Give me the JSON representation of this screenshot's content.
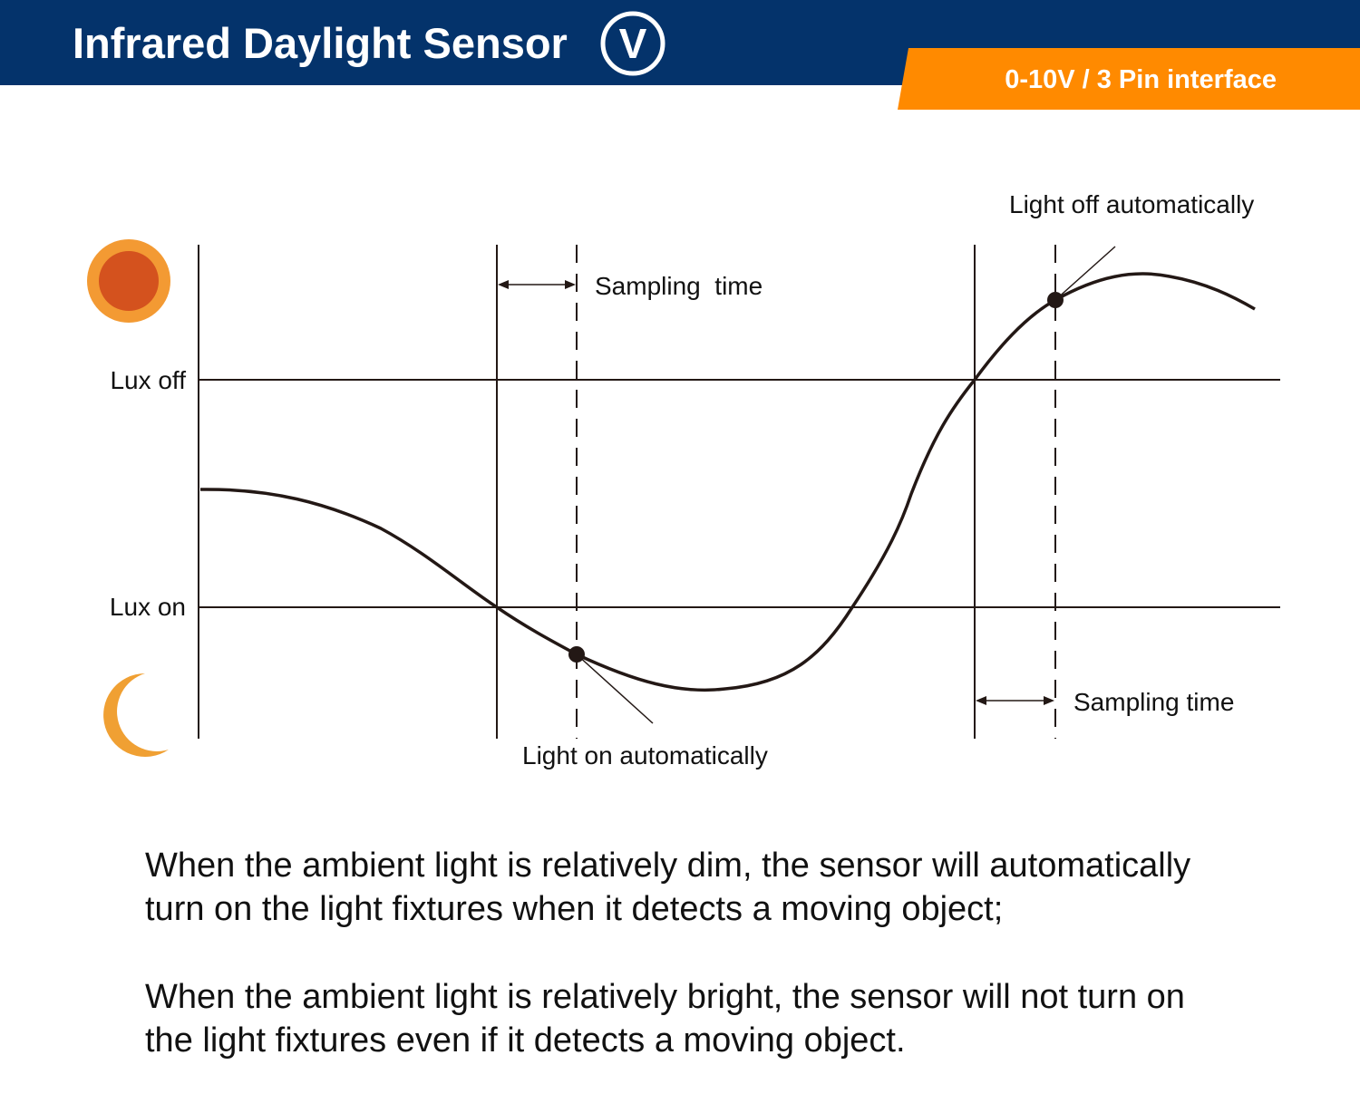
{
  "header": {
    "title": "Infrared Daylight Sensor",
    "logo_letter": "V",
    "tab_label": "0-10V / 3 Pin interface"
  },
  "diagram": {
    "lux_off_label": "Lux off",
    "lux_on_label": "Lux on",
    "sampling_time_top": "Sampling  time",
    "sampling_time_bottom": "Sampling time",
    "light_off_label": "Light off automatically",
    "light_on_label": "Light on automatically",
    "icons": [
      "sun-icon",
      "moon-icon"
    ]
  },
  "description": {
    "line1a": "When the ambient light is relatively dim, the sensor will automatically",
    "line1b": "turn on the light fixtures when it detects a moving object;",
    "line2a": "When the ambient light is relatively bright, the sensor will not turn on",
    "line2b": "the light fixtures even if it detects a moving object."
  },
  "colors": {
    "header_navy": "#04336b",
    "accent_orange": "#ff8a00",
    "sun_outer": "#f39a33",
    "sun_inner": "#d4521e",
    "moon": "#f0a033",
    "line": "#231815"
  }
}
